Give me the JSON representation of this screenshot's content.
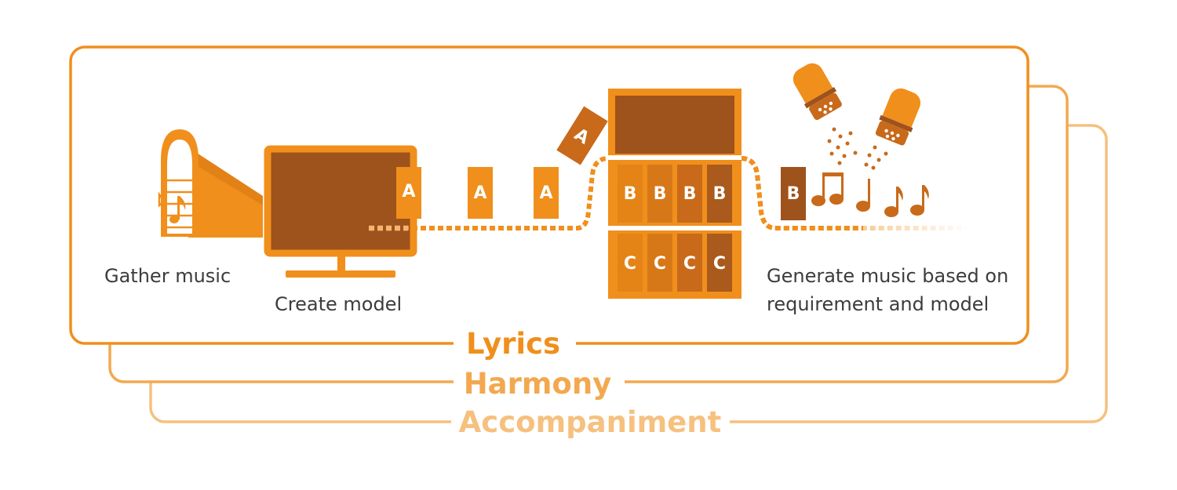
{
  "layers": [
    {
      "label": "Lyrics",
      "color": "#f08f1c"
    },
    {
      "label": "Harmony",
      "color": "#f3a850"
    },
    {
      "label": "Accompaniment",
      "color": "#f6c07e"
    }
  ],
  "captions": {
    "gather": "Gather music",
    "create": "Create model",
    "generate_line1": "Generate music based on",
    "generate_line2": "requirement and model"
  },
  "cards": {
    "input_letter": "A",
    "middle_top_letter": "B",
    "middle_bottom_letter": "C",
    "output_letter": "B"
  },
  "colors": {
    "accent": "#f08f1c",
    "dark_brown": "#9e521c",
    "mid_brown": "#c86a1a",
    "light_orange": "#f6c07e"
  },
  "icons": [
    "horn-icon",
    "monitor-icon",
    "cabinet-icon",
    "salt-shaker-icon",
    "music-notes-icon"
  ]
}
